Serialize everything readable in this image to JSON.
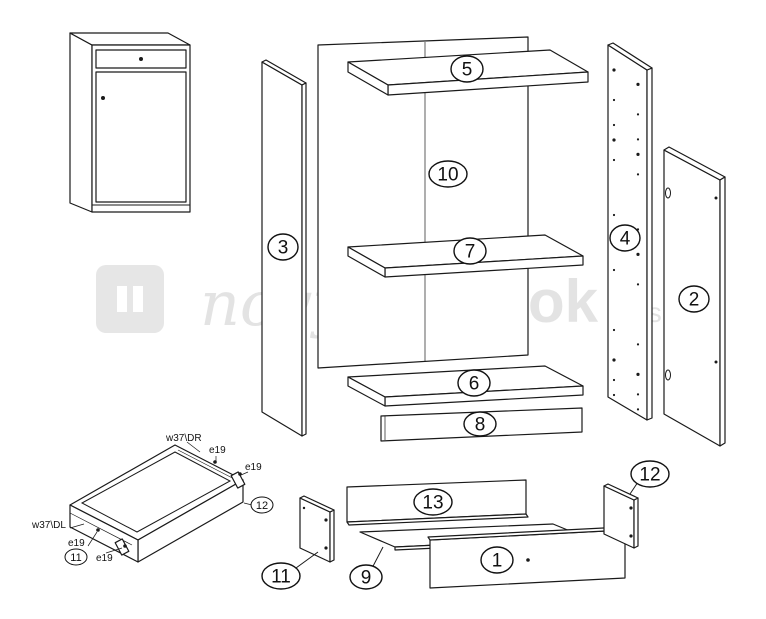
{
  "watermark": {
    "word1": "nový",
    "word2": "nabytok",
    "suffix": ".sk"
  },
  "parts": [
    {
      "key": "p1",
      "label": "1"
    },
    {
      "key": "p2",
      "label": "2"
    },
    {
      "key": "p3",
      "label": "3"
    },
    {
      "key": "p4",
      "label": "4"
    },
    {
      "key": "p5",
      "label": "5"
    },
    {
      "key": "p6",
      "label": "6"
    },
    {
      "key": "p7",
      "label": "7"
    },
    {
      "key": "p8",
      "label": "8"
    },
    {
      "key": "p9",
      "label": "9"
    },
    {
      "key": "p10",
      "label": "10"
    },
    {
      "key": "p11",
      "label": "11"
    },
    {
      "key": "p12",
      "label": "12"
    },
    {
      "key": "p13",
      "label": "13"
    }
  ],
  "drawer_detail": {
    "rail_right_label": "w37\\DR",
    "rail_left_label": "w37\\DL",
    "fitting_label": "e19",
    "part_right": "12",
    "part_left": "11"
  }
}
